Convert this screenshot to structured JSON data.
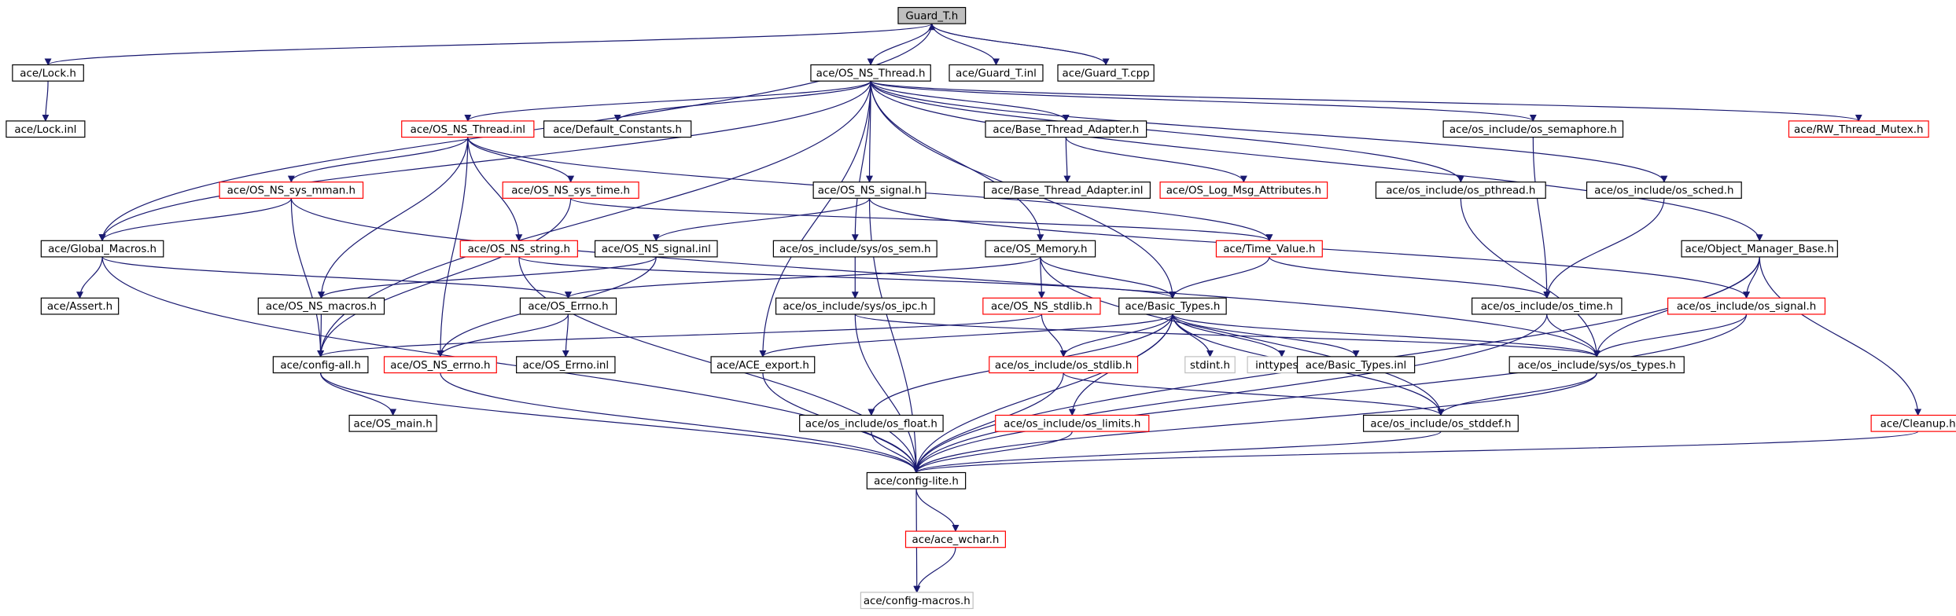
{
  "colors": {
    "edge": "#191970",
    "box_documented": "#000000",
    "box_truncated": "#ff0000",
    "box_external": "#bfbfbf",
    "box_root_fill": "#bfbfbf",
    "text": "#000000"
  },
  "nodes": [
    {
      "id": "guard_t_h",
      "label": "Guard_T.h",
      "kind": "root"
    },
    {
      "id": "lock_h",
      "label": "ace/Lock.h",
      "kind": "documented"
    },
    {
      "id": "os_ns_thread_h",
      "label": "ace/OS_NS_Thread.h",
      "kind": "documented"
    },
    {
      "id": "guard_t_inl",
      "label": "ace/Guard_T.inl",
      "kind": "documented"
    },
    {
      "id": "guard_t_cpp",
      "label": "ace/Guard_T.cpp",
      "kind": "documented"
    },
    {
      "id": "lock_inl",
      "label": "ace/Lock.inl",
      "kind": "documented"
    },
    {
      "id": "os_ns_thread_inl",
      "label": "ace/OS_NS_Thread.inl",
      "kind": "truncated"
    },
    {
      "id": "default_constants_h",
      "label": "ace/Default_Constants.h",
      "kind": "documented"
    },
    {
      "id": "base_thread_adapter_h",
      "label": "ace/Base_Thread_Adapter.h",
      "kind": "documented"
    },
    {
      "id": "os_semaphore_h",
      "label": "ace/os_include/os_semaphore.h",
      "kind": "documented"
    },
    {
      "id": "rw_thread_mutex_h",
      "label": "ace/RW_Thread_Mutex.h",
      "kind": "truncated"
    },
    {
      "id": "os_ns_sys_mman_h",
      "label": "ace/OS_NS_sys_mman.h",
      "kind": "truncated"
    },
    {
      "id": "os_ns_sys_time_h",
      "label": "ace/OS_NS_sys_time.h",
      "kind": "truncated"
    },
    {
      "id": "os_ns_signal_h",
      "label": "ace/OS_NS_signal.h",
      "kind": "documented"
    },
    {
      "id": "base_thread_adapter_inl",
      "label": "ace/Base_Thread_Adapter.inl",
      "kind": "documented"
    },
    {
      "id": "os_log_msg_attributes_h",
      "label": "ace/OS_Log_Msg_Attributes.h",
      "kind": "truncated"
    },
    {
      "id": "os_pthread_h",
      "label": "ace/os_include/os_pthread.h",
      "kind": "documented"
    },
    {
      "id": "os_sched_h",
      "label": "ace/os_include/os_sched.h",
      "kind": "documented"
    },
    {
      "id": "global_macros_h",
      "label": "ace/Global_Macros.h",
      "kind": "documented"
    },
    {
      "id": "os_ns_string_h",
      "label": "ace/OS_NS_string.h",
      "kind": "truncated"
    },
    {
      "id": "os_ns_signal_inl",
      "label": "ace/OS_NS_signal.inl",
      "kind": "documented"
    },
    {
      "id": "sys_os_sem_h",
      "label": "ace/os_include/sys/os_sem.h",
      "kind": "documented"
    },
    {
      "id": "os_memory_h",
      "label": "ace/OS_Memory.h",
      "kind": "documented"
    },
    {
      "id": "time_value_h",
      "label": "ace/Time_Value.h",
      "kind": "truncated"
    },
    {
      "id": "object_manager_base_h",
      "label": "ace/Object_Manager_Base.h",
      "kind": "documented"
    },
    {
      "id": "assert_h",
      "label": "ace/Assert.h",
      "kind": "documented"
    },
    {
      "id": "os_ns_macros_h",
      "label": "ace/OS_NS_macros.h",
      "kind": "documented"
    },
    {
      "id": "os_errno_h",
      "label": "ace/OS_Errno.h",
      "kind": "documented"
    },
    {
      "id": "sys_os_ipc_h",
      "label": "ace/os_include/sys/os_ipc.h",
      "kind": "documented"
    },
    {
      "id": "os_ns_stdlib_h",
      "label": "ace/OS_NS_stdlib.h",
      "kind": "truncated"
    },
    {
      "id": "basic_types_h",
      "label": "ace/Basic_Types.h",
      "kind": "documented"
    },
    {
      "id": "os_time_h",
      "label": "ace/os_include/os_time.h",
      "kind": "documented"
    },
    {
      "id": "os_signal_h",
      "label": "ace/os_include/os_signal.h",
      "kind": "truncated"
    },
    {
      "id": "config_all_h",
      "label": "ace/config-all.h",
      "kind": "documented"
    },
    {
      "id": "os_ns_errno_h",
      "label": "ace/OS_NS_errno.h",
      "kind": "truncated"
    },
    {
      "id": "os_errno_inl",
      "label": "ace/OS_Errno.inl",
      "kind": "documented"
    },
    {
      "id": "ace_export_h",
      "label": "ace/ACE_export.h",
      "kind": "documented"
    },
    {
      "id": "os_stdlib_h",
      "label": "ace/os_include/os_stdlib.h",
      "kind": "truncated"
    },
    {
      "id": "stdint_h",
      "label": "stdint.h",
      "kind": "external"
    },
    {
      "id": "inttypes_h",
      "label": "inttypes.h",
      "kind": "external"
    },
    {
      "id": "basic_types_inl",
      "label": "ace/Basic_Types.inl",
      "kind": "documented"
    },
    {
      "id": "sys_os_types_h",
      "label": "ace/os_include/sys/os_types.h",
      "kind": "documented"
    },
    {
      "id": "os_main_h",
      "label": "ace/OS_main.h",
      "kind": "documented"
    },
    {
      "id": "os_float_h",
      "label": "ace/os_include/os_float.h",
      "kind": "documented"
    },
    {
      "id": "os_limits_h",
      "label": "ace/os_include/os_limits.h",
      "kind": "truncated"
    },
    {
      "id": "os_stddef_h",
      "label": "ace/os_include/os_stddef.h",
      "kind": "documented"
    },
    {
      "id": "cleanup_h",
      "label": "ace/Cleanup.h",
      "kind": "truncated"
    },
    {
      "id": "config_lite_h",
      "label": "ace/config-lite.h",
      "kind": "documented"
    },
    {
      "id": "ace_wchar_h",
      "label": "ace/ace_wchar.h",
      "kind": "truncated"
    },
    {
      "id": "config_macros_h",
      "label": "ace/config-macros.h",
      "kind": "external"
    }
  ],
  "edges": [
    [
      "guard_t_h",
      "lock_h"
    ],
    [
      "guard_t_h",
      "os_ns_thread_h"
    ],
    [
      "guard_t_h",
      "guard_t_inl"
    ],
    [
      "guard_t_h",
      "guard_t_cpp"
    ],
    [
      "guard_t_h",
      "global_macros_h"
    ],
    [
      "guard_t_cpp",
      "guard_t_h"
    ],
    [
      "lock_h",
      "lock_inl"
    ],
    [
      "os_ns_thread_h",
      "os_ns_thread_inl"
    ],
    [
      "os_ns_thread_h",
      "default_constants_h"
    ],
    [
      "os_ns_thread_h",
      "base_thread_adapter_h"
    ],
    [
      "os_ns_thread_h",
      "os_semaphore_h"
    ],
    [
      "os_ns_thread_h",
      "rw_thread_mutex_h"
    ],
    [
      "os_ns_thread_h",
      "os_ns_signal_h"
    ],
    [
      "os_ns_thread_h",
      "os_pthread_h"
    ],
    [
      "os_ns_thread_h",
      "os_sched_h"
    ],
    [
      "os_ns_thread_h",
      "sys_os_sem_h"
    ],
    [
      "os_ns_thread_h",
      "os_memory_h"
    ],
    [
      "os_ns_thread_h",
      "object_manager_base_h"
    ],
    [
      "os_ns_thread_h",
      "basic_types_h"
    ],
    [
      "os_ns_thread_h",
      "ace_export_h"
    ],
    [
      "os_ns_thread_h",
      "global_macros_h"
    ],
    [
      "os_ns_thread_h",
      "config_all_h"
    ],
    [
      "os_ns_thread_inl",
      "os_ns_sys_mman_h"
    ],
    [
      "os_ns_thread_inl",
      "os_ns_sys_time_h"
    ],
    [
      "os_ns_thread_inl",
      "os_ns_string_h"
    ],
    [
      "os_ns_thread_inl",
      "os_ns_macros_h"
    ],
    [
      "os_ns_thread_inl",
      "os_ns_errno_h"
    ],
    [
      "os_ns_thread_inl",
      "time_value_h"
    ],
    [
      "base_thread_adapter_h",
      "base_thread_adapter_inl"
    ],
    [
      "base_thread_adapter_h",
      "os_log_msg_attributes_h"
    ],
    [
      "os_semaphore_h",
      "os_time_h"
    ],
    [
      "os_ns_sys_mman_h",
      "global_macros_h"
    ],
    [
      "os_ns_sys_mman_h",
      "config_all_h"
    ],
    [
      "os_ns_sys_mman_h",
      "sys_os_types_h"
    ],
    [
      "os_ns_sys_time_h",
      "time_value_h"
    ],
    [
      "os_ns_sys_time_h",
      "config_all_h"
    ],
    [
      "os_ns_signal_h",
      "os_ns_signal_inl"
    ],
    [
      "os_ns_signal_h",
      "os_signal_h"
    ],
    [
      "os_ns_signal_h",
      "config_lite_h"
    ],
    [
      "os_pthread_h",
      "sys_os_types_h"
    ],
    [
      "os_sched_h",
      "os_time_h"
    ],
    [
      "global_macros_h",
      "assert_h"
    ],
    [
      "global_macros_h",
      "os_errno_h"
    ],
    [
      "global_macros_h",
      "config_lite_h"
    ],
    [
      "os_ns_string_h",
      "basic_types_h"
    ],
    [
      "os_ns_string_h",
      "config_lite_h"
    ],
    [
      "os_ns_signal_inl",
      "os_ns_macros_h"
    ],
    [
      "os_ns_signal_inl",
      "os_ns_errno_h"
    ],
    [
      "sys_os_sem_h",
      "sys_os_ipc_h"
    ],
    [
      "os_memory_h",
      "os_errno_h"
    ],
    [
      "os_memory_h",
      "basic_types_h"
    ],
    [
      "os_memory_h",
      "os_ns_stdlib_h"
    ],
    [
      "os_memory_h",
      "os_stddef_h"
    ],
    [
      "time_value_h",
      "basic_types_h"
    ],
    [
      "time_value_h",
      "os_time_h"
    ],
    [
      "object_manager_base_h",
      "sys_os_types_h"
    ],
    [
      "object_manager_base_h",
      "os_signal_h"
    ],
    [
      "object_manager_base_h",
      "cleanup_h"
    ],
    [
      "object_manager_base_h",
      "config_lite_h"
    ],
    [
      "os_ns_macros_h",
      "config_all_h"
    ],
    [
      "os_errno_h",
      "os_ns_errno_h"
    ],
    [
      "os_errno_h",
      "os_errno_inl"
    ],
    [
      "sys_os_ipc_h",
      "sys_os_types_h"
    ],
    [
      "sys_os_ipc_h",
      "config_lite_h"
    ],
    [
      "os_ns_stdlib_h",
      "os_stdlib_h"
    ],
    [
      "os_ns_stdlib_h",
      "config_all_h"
    ],
    [
      "basic_types_h",
      "config_lite_h"
    ],
    [
      "basic_types_h",
      "stdint_h"
    ],
    [
      "basic_types_h",
      "inttypes_h"
    ],
    [
      "basic_types_h",
      "basic_types_inl"
    ],
    [
      "basic_types_h",
      "os_stdlib_h"
    ],
    [
      "basic_types_h",
      "ace_export_h"
    ],
    [
      "basic_types_h",
      "os_float_h"
    ],
    [
      "basic_types_h",
      "os_limits_h"
    ],
    [
      "basic_types_h",
      "os_stddef_h"
    ],
    [
      "basic_types_h",
      "sys_os_types_h"
    ],
    [
      "os_time_h",
      "sys_os_types_h"
    ],
    [
      "os_time_h",
      "config_lite_h"
    ],
    [
      "os_signal_h",
      "sys_os_types_h"
    ],
    [
      "os_signal_h",
      "config_lite_h"
    ],
    [
      "config_all_h",
      "config_lite_h"
    ],
    [
      "config_all_h",
      "os_main_h"
    ],
    [
      "os_ns_errno_h",
      "config_lite_h"
    ],
    [
      "ace_export_h",
      "config_lite_h"
    ],
    [
      "os_stdlib_h",
      "os_stddef_h"
    ],
    [
      "os_stdlib_h",
      "config_lite_h"
    ],
    [
      "sys_os_types_h",
      "os_stddef_h"
    ],
    [
      "sys_os_types_h",
      "config_lite_h"
    ],
    [
      "os_float_h",
      "config_lite_h"
    ],
    [
      "os_limits_h",
      "config_lite_h"
    ],
    [
      "os_stddef_h",
      "config_lite_h"
    ],
    [
      "cleanup_h",
      "config_lite_h"
    ],
    [
      "config_lite_h",
      "ace_wchar_h"
    ],
    [
      "config_lite_h",
      "config_macros_h"
    ],
    [
      "ace_wchar_h",
      "config_macros_h"
    ]
  ]
}
